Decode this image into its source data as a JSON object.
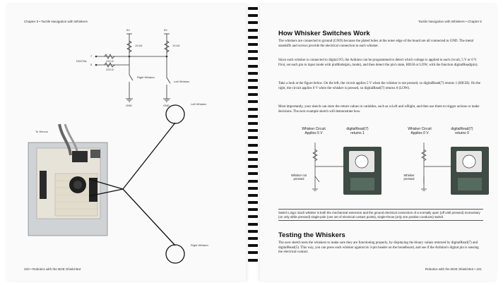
{
  "left_page": {
    "header": "Chapter 5 • Tactile Navigation with Whiskers",
    "footer": "220 • Robotics with the BOE Shield-Bot",
    "schematic": {
      "v_top_left": "5V",
      "v_top_right": "5V",
      "res_10k_left": "10 kΩ",
      "res_10k_right": "10 kΩ",
      "pin7": "7",
      "pin5": "5",
      "digital": "DIGITAL",
      "res_220_a": "220 Ω",
      "res_220_b": "220 Ω",
      "right_whisker": "Right Whisker",
      "left_whisker": "Left Whisker",
      "gnd_left": "GND",
      "gnd_right": "GND"
    },
    "photo": {
      "to_servos": "To Servos",
      "left_whisker": "Left Whisker",
      "right_whisker": "Right Whisker"
    }
  },
  "right_page": {
    "header": "Tactile Navigation with Whiskers • Chapter 5",
    "footer": "Robotics with the BOE Shield-Bot • 221",
    "heading1": "How Whisker Switches Work",
    "para1": "The whiskers are connected to ground (GND) because the plated holes at the outer edge of the board are all connected to GND. The metal standoffs and screws provide the electrical connection to each whisker.",
    "para2": "Since each whisker is connected to digital I/O, the Arduino can be programmed to detect which voltage is applied to each circuit, 5 V or 0 V. First, set each pin to input mode with pinMode(pin, mode), and then detect the pin's state, HIGH or LOW, with the function digitalRead(pin).",
    "para3": "Take a look at the figure below. On the left, the circuit applies 5 V when the whisker is not pressed, so digitalRead(7) returns 1 (HIGH). On the right, the circuit applies 0 V when the whisker is pressed, so digitalRead(7) returns 0 (LOW).",
    "para4": "Most importantly, your sketch can store the return values in variables, such as wLeft and wRight, and then use them to trigger actions or make decisions. The next example sketch will demonstrate how.",
    "figure": {
      "left_title": "Whisker Circuit",
      "left_sub": "Applies 5 V",
      "left_read": "digitalRead(7)",
      "left_returns": "returns 1",
      "left_state": "Whisker not pressed",
      "right_title": "Whisker Circuit",
      "right_sub": "Applies 0 V",
      "right_read": "digitalRead(7)",
      "right_returns": "returns 0",
      "right_state": "Whisker pressed"
    },
    "caption": "Switch Lingo: Each whisker is both the mechanical extension and the ground electrical connection of a normally open (off until pressed) momentary (on only while pressed) single-pole (one set of electrical contact points), single-throw (only one position conducts) switch.",
    "heading2": "Testing the Whiskers",
    "para5": "The next sketch tests the whiskers to make sure they are functioning properly, by displaying the binary values returned by digitalRead(7) and digitalRead(5). This way, you can press each whisker against its 3-pin header on the breadboard, and see if the Arduino's digital pin is sensing the electrical contact."
  }
}
